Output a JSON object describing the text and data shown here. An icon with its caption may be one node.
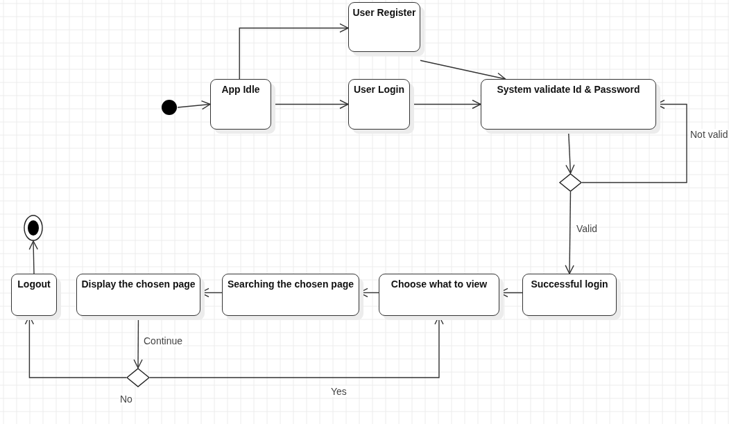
{
  "diagram": {
    "nodes": [
      {
        "text": [],
        "shape": "circle"
      },
      {
        "text": [
          "App Idle"
        ]
      },
      {
        "text": [
          "User Register"
        ]
      },
      {
        "text": [
          "User Login"
        ]
      },
      {
        "text": [
          "System validate Id & Password"
        ]
      },
      {
        "text": [],
        "shape": "diamond"
      },
      {
        "text": [
          "Successful login"
        ]
      },
      {
        "text": [
          "Choose what to view"
        ]
      },
      {
        "text": [
          "Searching the chosen page"
        ]
      },
      {
        "text": [
          "Display the chosen page"
        ]
      },
      {
        "text": [
          "Logout"
        ]
      },
      {
        "text": [],
        "shape": "bullseye"
      },
      {
        "text": [],
        "shape": "diamond"
      }
    ],
    "edges": [
      {
        "from": 0,
        "to": 1,
        "arrow": "to"
      },
      {
        "from": 1,
        "to": 2,
        "arrow": "to"
      },
      {
        "from": 1,
        "to": 3,
        "arrow": "to"
      },
      {
        "from": 2,
        "to": 4,
        "arrow": "to"
      },
      {
        "from": 3,
        "to": 4,
        "arrow": "to"
      },
      {
        "from": 4,
        "to": 5,
        "arrow": "to"
      },
      {
        "from": 5,
        "to": 4,
        "arrow": "to",
        "label": "Not valid"
      },
      {
        "from": 5,
        "to": 6,
        "arrow": "to",
        "label": "Valid"
      },
      {
        "from": 6,
        "to": 7,
        "arrow": "to"
      },
      {
        "from": 7,
        "to": 8,
        "arrow": "to"
      },
      {
        "from": 8,
        "to": 9,
        "arrow": "to"
      },
      {
        "from": 9,
        "to": 12,
        "arrow": "to",
        "label": "Continue"
      },
      {
        "from": 12,
        "to": 10,
        "arrow": "to",
        "label": "No"
      },
      {
        "from": 12,
        "to": 7,
        "arrow": "to",
        "label": "Yes"
      },
      {
        "from": 10,
        "to": 11,
        "arrow": "to"
      }
    ]
  }
}
